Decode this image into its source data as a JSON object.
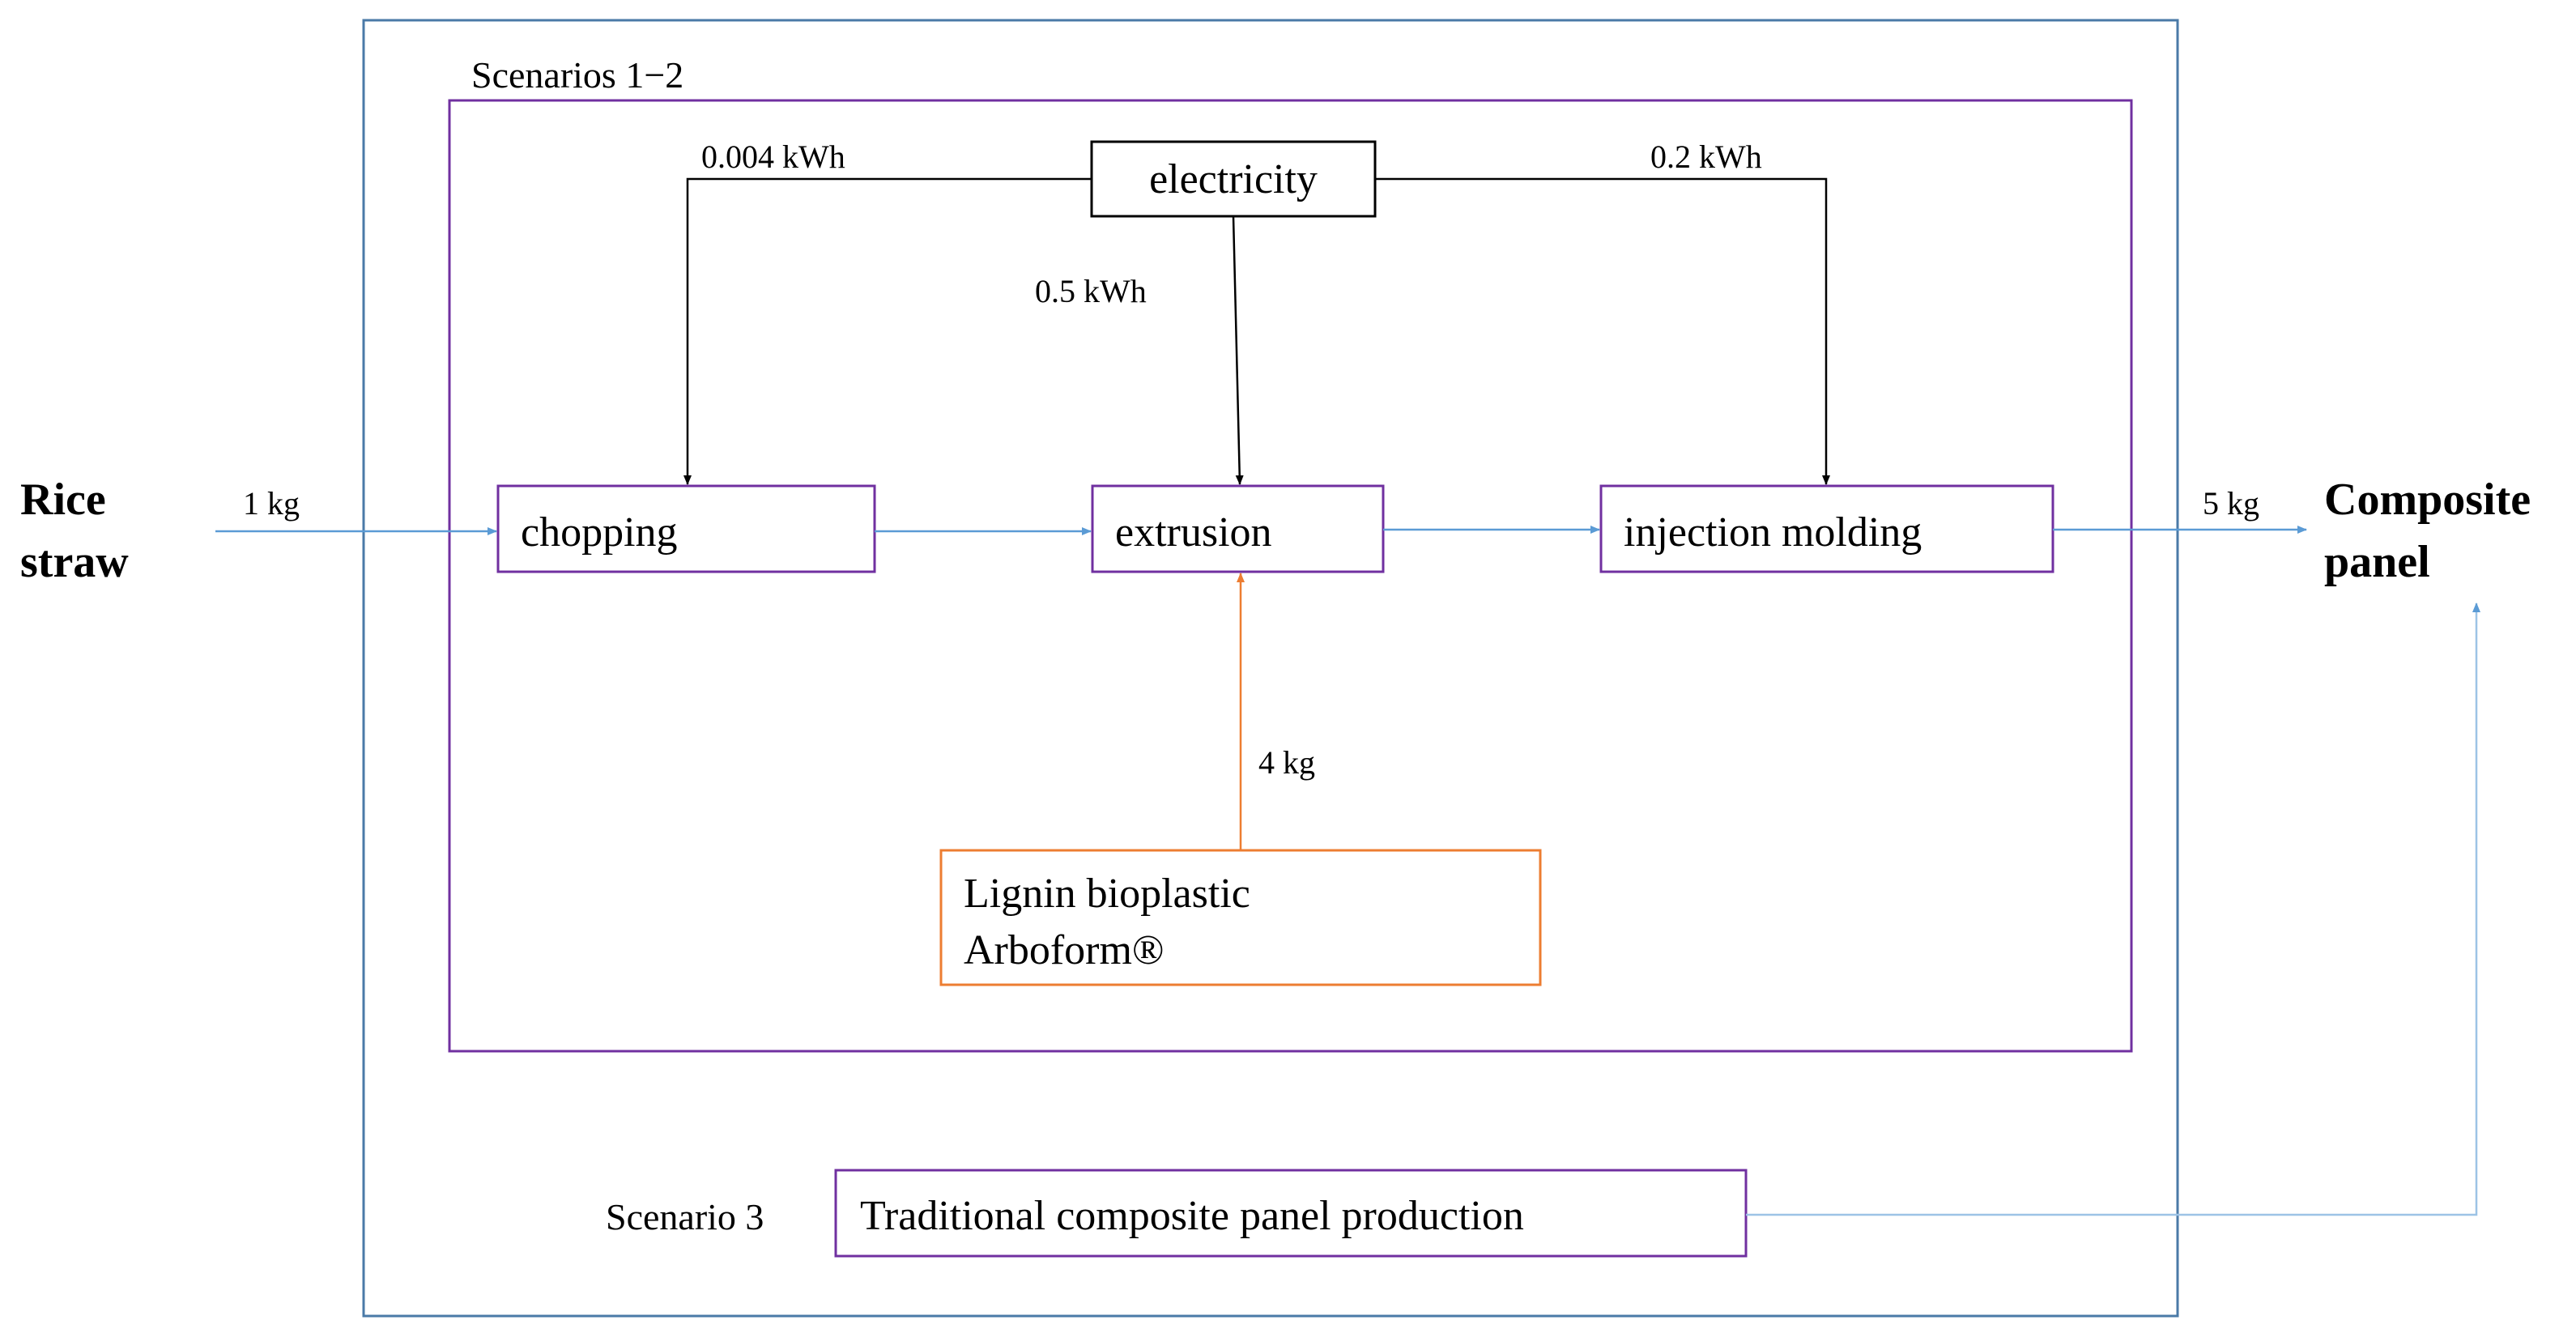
{
  "colors": {
    "outer_frame": "#4a7aa7",
    "scenario_frame": "#7030a0",
    "material_flow": "#5b9bd5",
    "lignin": "#ed7d31",
    "electricity": "#000000",
    "scenario3_flow": "#9dc3e6"
  },
  "inputs": {
    "rice_straw_line1": "Rice",
    "rice_straw_line2": "straw"
  },
  "outputs": {
    "composite_panel_line1": "Composite",
    "composite_panel_line2": "panel"
  },
  "scenarios": {
    "s12_label": "Scenarios 1−2",
    "s3_label": "Scenario 3",
    "s3_process": "Traditional composite panel production"
  },
  "processes": {
    "electricity": "electricity",
    "chopping": "chopping",
    "extrusion": "extrusion",
    "injection_molding": "injection molding",
    "lignin_line1": "Lignin bioplastic",
    "lignin_line2": "Arboform®"
  },
  "flows": {
    "straw_in": "1 kg",
    "elec_chopping": "0.004 kWh",
    "elec_extrusion": "0.5 kWh",
    "elec_injection": "0.2 kWh",
    "lignin_in": "4 kg",
    "panel_out": "5 kg"
  }
}
